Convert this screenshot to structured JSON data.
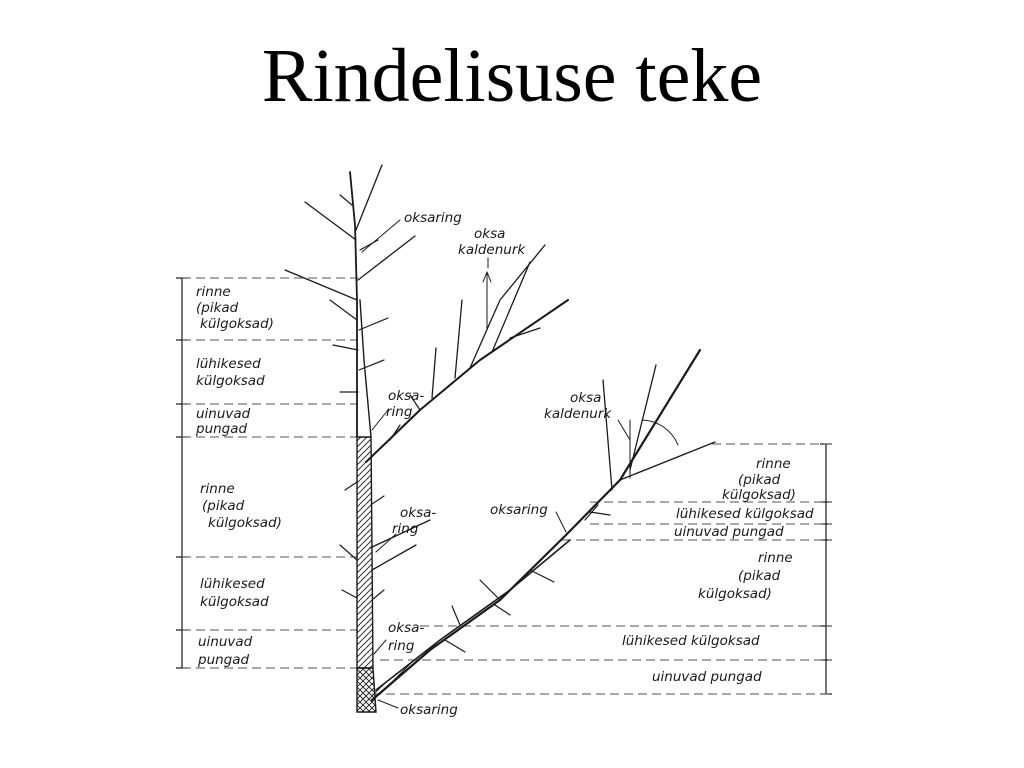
{
  "title": "Rindelisuse teke",
  "left_scale": {
    "label_1": [
      "rinne",
      "(pikad",
      "külgoksad)"
    ],
    "label_2": [
      "lühikesed",
      "külgoksad"
    ],
    "label_3": [
      "uinuvad",
      "pungad"
    ],
    "label_4": [
      "rinne",
      "(pikad",
      "külgoksad)"
    ],
    "label_5": [
      "lühikesed",
      "külgoksad"
    ],
    "label_6": [
      "uinuvad",
      "pungad"
    ]
  },
  "right_scale": {
    "label_1": [
      "rinne",
      "(pikad",
      "külgoksad)"
    ],
    "label_2": "lühikesed külgoksad",
    "label_3": "uinuvad pungad",
    "label_4": [
      "rinne",
      "(pikad",
      "külgoksad)"
    ],
    "label_5": "lühikesed külgoksad",
    "label_6": "uinuvad pungad"
  },
  "annotations": {
    "oksaring_top": "oksaring",
    "angle_top": [
      "oksa",
      "kaldenurk"
    ],
    "oksaring_upper_branch": [
      "oksa-",
      "ring"
    ],
    "angle_branch": [
      "oksa",
      "kaldenurk"
    ],
    "oksaring_branch": "oksaring",
    "oksaring_mid": [
      "oksa-",
      "ring"
    ],
    "oksaring_low": [
      "oksa-",
      "ring"
    ],
    "oksaring_base": "oksaring"
  },
  "colors": {
    "ink": "#1a1a1a",
    "background": "#ffffff"
  }
}
